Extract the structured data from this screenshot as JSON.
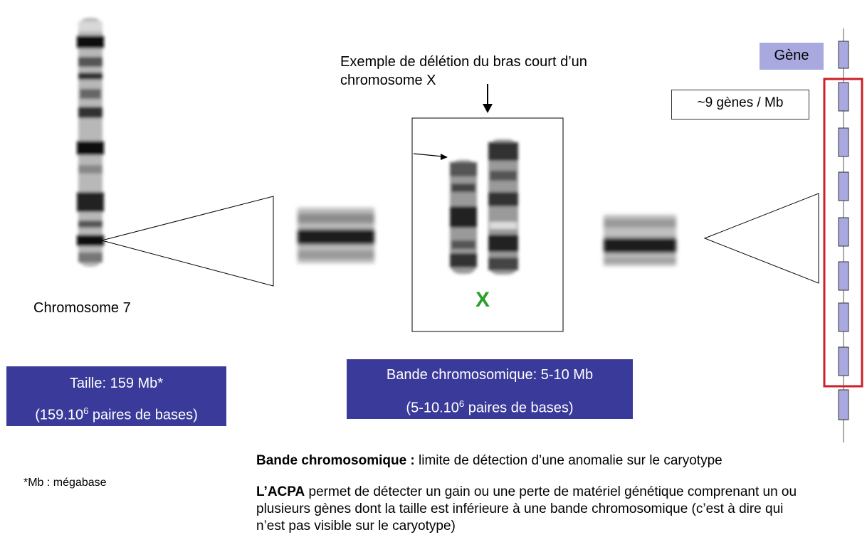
{
  "left": {
    "chromosome_label": "Chromosome 7",
    "size_line1": "Taille: 159 Mb*",
    "size_line2_base": "(159.10",
    "size_line2_exp": "6",
    "size_line2_rest": " paires de bases)",
    "footnote": "*Mb : mégabase"
  },
  "center": {
    "caption": "Exemple de délétion du bras court d’un chromosome X",
    "x_label": "X",
    "band_line1": "Bande chromosomique:  5-10 Mb",
    "band_line2_base": "(5-10.10",
    "band_line2_exp": "6",
    "band_line2_rest": " paires de bases)"
  },
  "right": {
    "gene_label": "Gène",
    "density_label": "~9 gènes / Mb"
  },
  "bottom": {
    "p1_bold": "Bande chromosomique :",
    "p1_rest": " limite de détection d’une anomalie sur le caryotype",
    "p2_bold": "L’ACPA",
    "p2_rest": " permet de détecter un gain ou une perte de matériel génétique comprenant un ou plusieurs gènes dont la taille est inférieure à une bande chromosomique (c’est à dire qui n’est pas visible sur le caryotype)"
  },
  "colors": {
    "blue_box": "#3a3a9a",
    "gene_fill": "#a9a9e0",
    "highlight_red": "#cc1f27",
    "x_green": "#2aa02a"
  }
}
